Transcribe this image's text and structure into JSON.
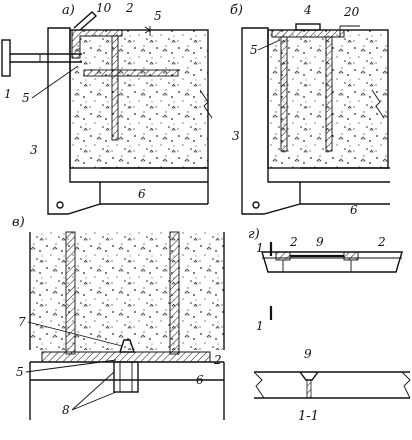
{
  "panel_a": {
    "letter": "а)",
    "labels": {
      "n1": "1",
      "n2": "2",
      "n3": "3",
      "n5": "5",
      "n6": "6",
      "n10": "10",
      "dim": "5"
    }
  },
  "panel_b": {
    "letter": "б)",
    "labels": {
      "n3": "3",
      "n4": "4",
      "n5": "5",
      "n6": "6",
      "dim": "20"
    }
  },
  "panel_v": {
    "letter": "в)",
    "labels": {
      "n2": "2",
      "n5": "5",
      "n6": "6",
      "n7": "7",
      "n8": "8"
    }
  },
  "panel_g": {
    "letter": "г)",
    "labels": {
      "n1_top": "1",
      "n1_bottom": "1",
      "n2_left": "2",
      "n2_right": "2",
      "n9": "9"
    }
  },
  "section": {
    "label": "1-1",
    "n9": "9"
  }
}
